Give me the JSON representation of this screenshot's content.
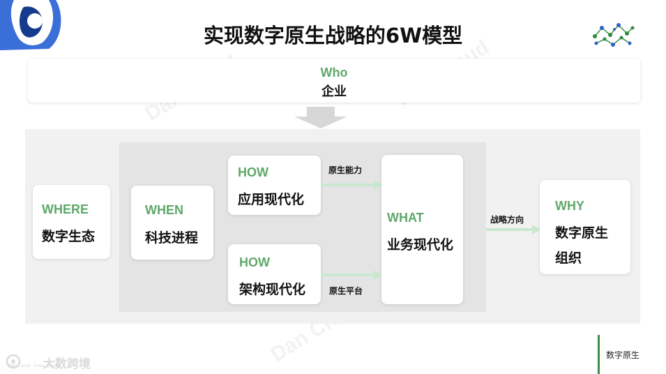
{
  "title": "实现数字原生战略的6W模型",
  "who": {
    "en": "Who",
    "zh": "企业"
  },
  "where": {
    "en": "WHERE",
    "zh": "数字生态"
  },
  "when": {
    "en": "WHEN",
    "zh": "科技进程"
  },
  "how_top": {
    "en": "HOW",
    "zh": "应用现代化"
  },
  "how_bottom": {
    "en": "HOW",
    "zh": "架构现代化"
  },
  "what": {
    "en": "WHAT",
    "zh": "业务现代化"
  },
  "why": {
    "en": "WHY",
    "zh_line1": "数字原生",
    "zh_line2": "组织"
  },
  "arrow_labels": {
    "top": "原生能力",
    "bottom": "原生平台",
    "right": "战略方向"
  },
  "footer": {
    "section": "数字原生",
    "brand_cn": "大数跨境",
    "brand_en": "Dan Cloud · Cross Border"
  },
  "colors": {
    "accent_green": "#5fa86a",
    "arrow_green": "#c9e8cf",
    "panel_light": "#f1f1f1",
    "panel_mid": "#e4e4e4"
  }
}
